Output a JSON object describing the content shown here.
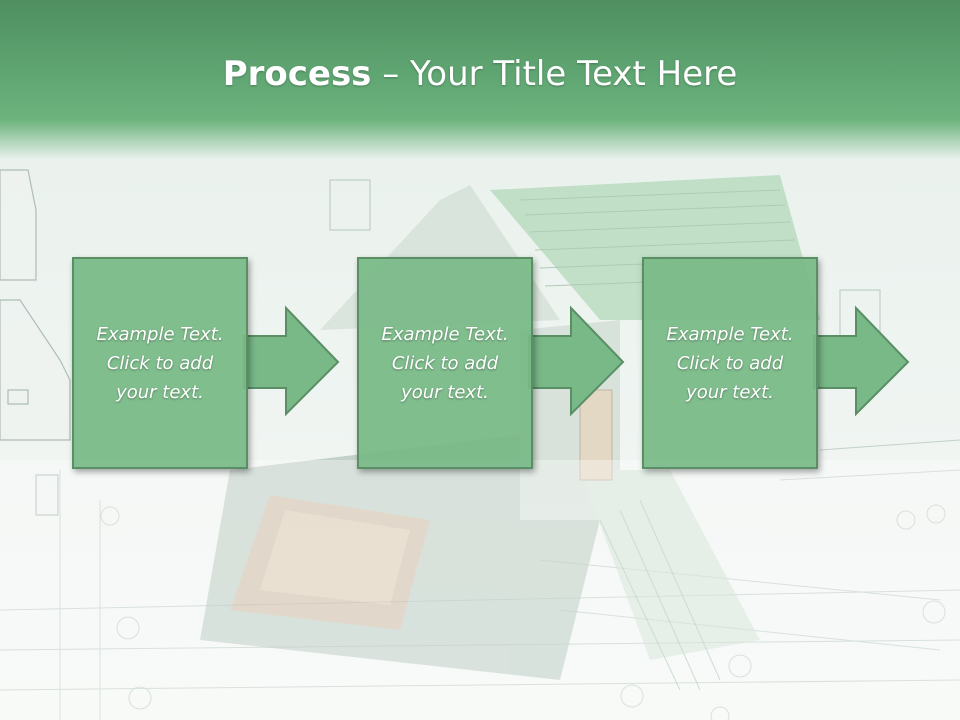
{
  "slide": {
    "title_strong": "Process",
    "title_rest": " – Your Title Text Here"
  },
  "steps": [
    {
      "text": "Example Text.\nClick  to add\nyour text."
    },
    {
      "text": "Example Text.\nClick  to add\nyour text."
    },
    {
      "text": "Example Text.\nClick  to add\nyour text."
    }
  ],
  "colors": {
    "header": "#5fa572",
    "box_fill": "#78b987",
    "box_border": "#5a8f66",
    "text": "#ffffff"
  }
}
